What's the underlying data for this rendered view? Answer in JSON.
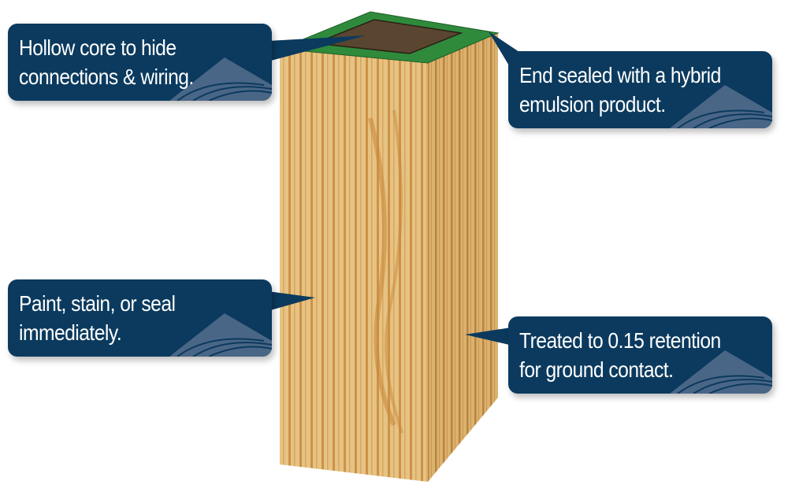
{
  "callouts": [
    {
      "id": "hollow-core",
      "lines": [
        "Hollow core to hide",
        "connections & wiring."
      ]
    },
    {
      "id": "end-sealed",
      "lines": [
        "End sealed with a hybrid",
        "emulsion product."
      ]
    },
    {
      "id": "paint-stain",
      "lines": [
        "Paint, stain, or seal",
        "immediately."
      ]
    },
    {
      "id": "treated",
      "lines": [
        "Treated to 0.15 retention",
        "for ground contact."
      ]
    }
  ],
  "colors": {
    "callout": "#0b3a5e",
    "seal": "#2f8a3c",
    "wood": "#e2bd7c",
    "grain": "#c98a3c"
  }
}
